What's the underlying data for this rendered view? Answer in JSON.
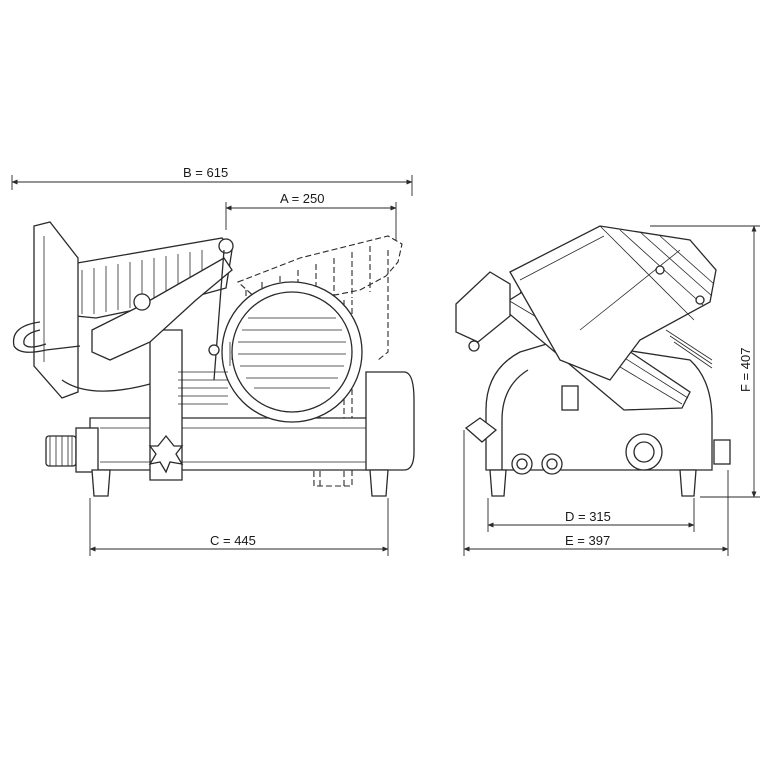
{
  "dimensions": {
    "A": "A = 250",
    "B": "B = 615",
    "C": "C = 445",
    "D": "D = 315",
    "E": "E =  397",
    "F": "F = 407"
  }
}
